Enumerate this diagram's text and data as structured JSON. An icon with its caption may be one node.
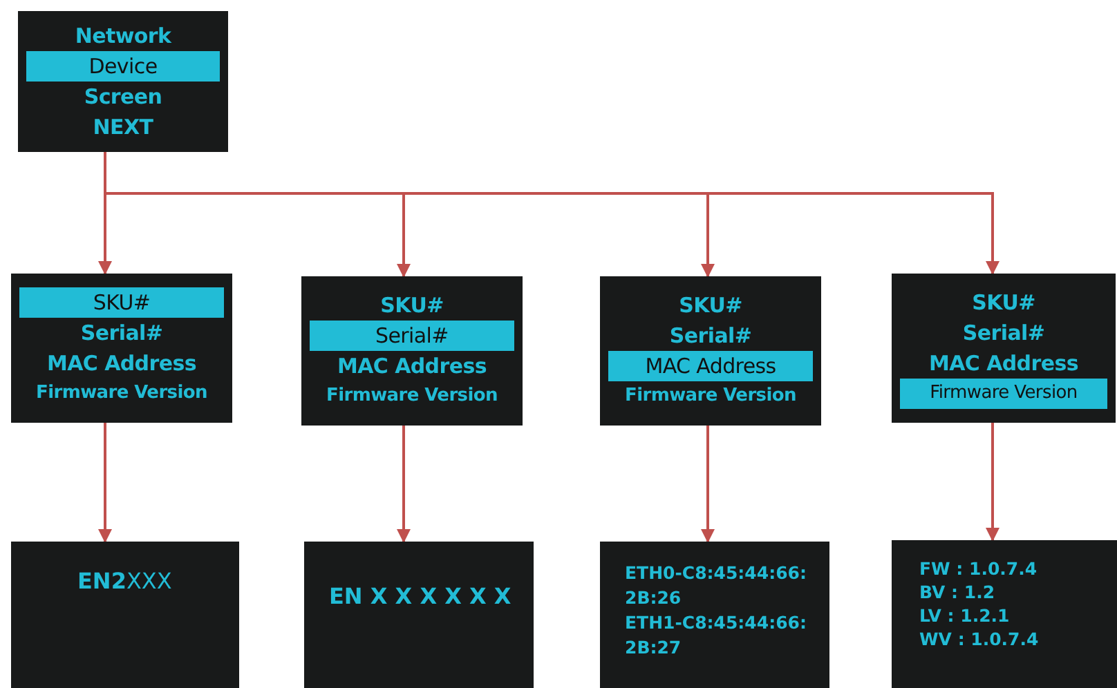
{
  "diagram": {
    "nodes": [
      {
        "text": [
          "Network",
          "Device",
          "Screen",
          "NEXT"
        ]
      },
      {
        "text": [
          "SKU#",
          "Serial#",
          "MAC Address",
          "Firmware Version"
        ]
      },
      {
        "text": [
          "SKU#",
          "Serial#",
          "MAC Address",
          "Firmware Version"
        ]
      },
      {
        "text": [
          "SKU#",
          "Serial#",
          "MAC Address",
          "Firmware Version"
        ]
      },
      {
        "text": [
          "SKU#",
          "Serial#",
          "MAC Address",
          "Firmware Version"
        ]
      },
      {
        "text": [
          "**EN2**XXX"
        ]
      },
      {
        "text": [
          "EN X X X X X X"
        ]
      },
      {
        "text": [
          "ETH0-C8:45:44:66: 2B:26",
          "ETH1-C8:45:44:66: 2B:27"
        ]
      },
      {
        "text": [
          "FW : 1.0.7.4",
          "BV : 1.2",
          "LV : 1.2.1",
          "WV : 1.0.7.4"
        ]
      }
    ],
    "edges": [
      {
        "from": 0,
        "to": 1,
        "arrow": "to"
      },
      {
        "from": 0,
        "to": 2,
        "arrow": "to"
      },
      {
        "from": 0,
        "to": 3,
        "arrow": "to"
      },
      {
        "from": 0,
        "to": 4,
        "arrow": "to"
      },
      {
        "from": 1,
        "to": 5,
        "arrow": "to"
      },
      {
        "from": 2,
        "to": 6,
        "arrow": "to"
      },
      {
        "from": 3,
        "to": 7,
        "arrow": "to"
      },
      {
        "from": 4,
        "to": 8,
        "arrow": "to"
      }
    ]
  }
}
